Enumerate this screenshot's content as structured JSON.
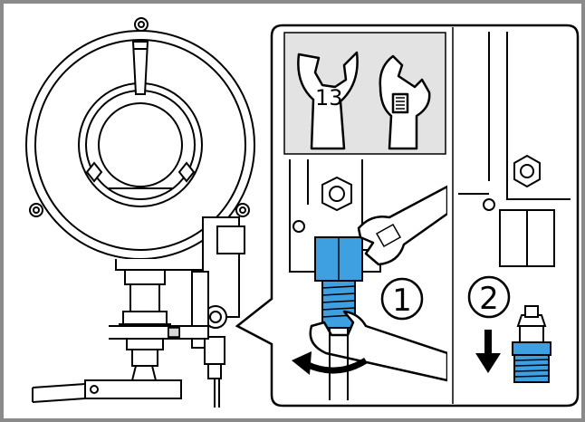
{
  "callouts": {
    "wrench_size": "13",
    "step_1": "1",
    "step_2": "2"
  },
  "colors": {
    "frame": "#8a8a8a",
    "tool_panel": "#e3e3e3",
    "fitting_blue": "#3ea0e0",
    "line": "#000000",
    "shade": "#d6d6d6"
  },
  "icons": [
    "open-end-wrench-icon",
    "adjustable-wrench-icon",
    "down-arrow-icon",
    "rotate-arrow-icon"
  ]
}
